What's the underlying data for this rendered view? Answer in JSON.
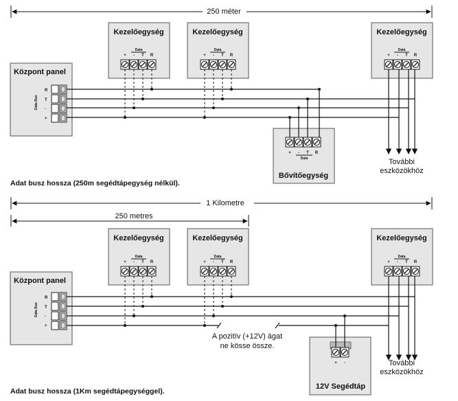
{
  "top": {
    "dimension": "250 méter",
    "panel_title": "Központ panel",
    "panel_bus_label": "Data Bus",
    "panel_terminals": [
      "R",
      "T",
      "-",
      "+"
    ],
    "keypad_title": "Kezelőegység",
    "keypad_data_label": "Data",
    "keypad_terminals": [
      "+",
      "-",
      "T",
      "R"
    ],
    "expander_title": "Bővítőegység",
    "expander_data_label": "Data",
    "expander_terminals": [
      "+",
      "-",
      "T",
      "R"
    ],
    "further_line1": "További",
    "further_line2": "eszközökhöz",
    "caption": "Adat busz  hossza  (250m  segédtápegység nélkül)."
  },
  "bottom": {
    "dimension_long": "1  Kilometre",
    "dimension_short": "250  metres",
    "panel_title": "Központ panel",
    "panel_bus_label": "Data Bus",
    "panel_terminals": [
      "R",
      "T",
      "-",
      "+"
    ],
    "keypad_title": "Kezelőegység",
    "keypad_data_label": "Data",
    "keypad_terminals": [
      "+",
      "-",
      "T",
      "R"
    ],
    "note_line1": "A pozitív  (+12V) ágat",
    "note_line2": "ne kösse össze.",
    "psu_title": "12V  Segédtáp",
    "psu_terminals": [
      "+",
      "-"
    ],
    "further_line1": "További",
    "further_line2": "eszközökhöz",
    "caption": "Adat busz hossza  (1Km  segédtápegységgel)."
  }
}
